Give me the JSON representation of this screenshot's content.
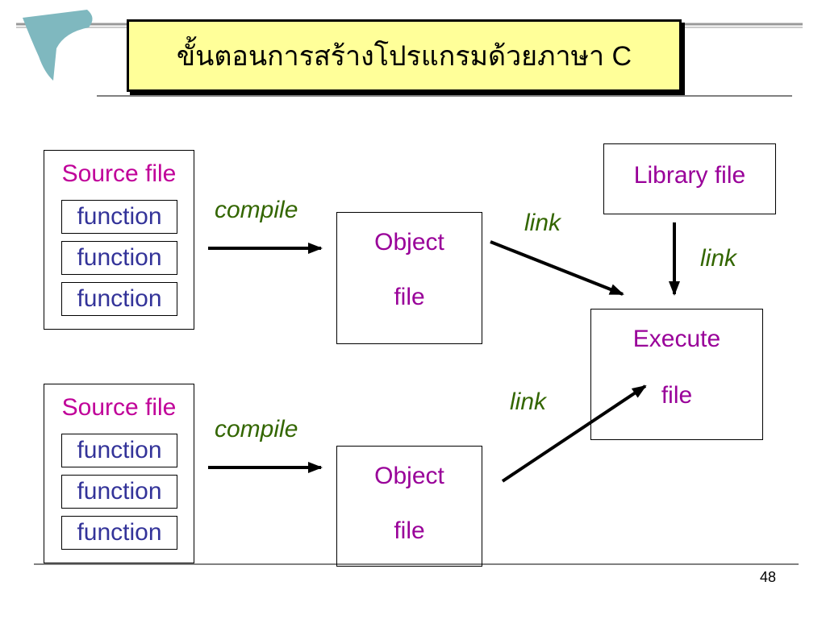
{
  "slide": {
    "title": "ขั้นตอนการสร้างโปรแกรมด้วยภาษา C",
    "page_number": "48"
  },
  "top_group": {
    "source_title": "Source file",
    "functions": [
      "function",
      "function",
      "function"
    ],
    "compile_label": "compile",
    "object_lines": [
      "Object",
      "file"
    ],
    "link_label": "link"
  },
  "bottom_group": {
    "source_title": "Source file",
    "functions": [
      "function",
      "function",
      "function"
    ],
    "compile_label": "compile",
    "object_lines": [
      "Object",
      "file"
    ],
    "link_label": "link"
  },
  "library": {
    "label": "Library file",
    "link_label": "link"
  },
  "execute": {
    "lines": [
      "Execute",
      "file"
    ]
  },
  "colors": {
    "title_background": "#ffff99",
    "source_title": "#c00099",
    "function_text": "#333399",
    "box_text": "#990099",
    "arrow_label": "#336600",
    "logo": "#7fb8bf"
  }
}
